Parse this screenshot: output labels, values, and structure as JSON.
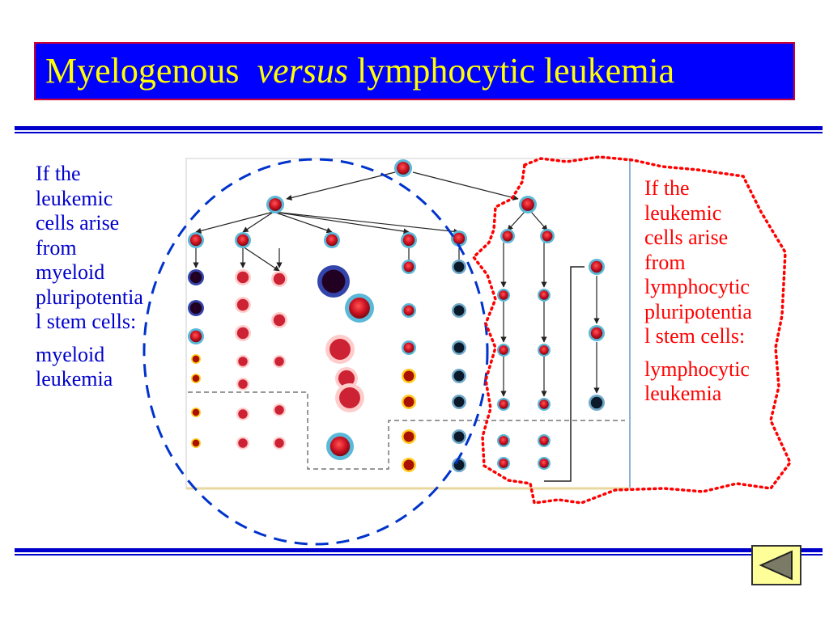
{
  "title": {
    "part1": "Myelogenous",
    "part2": "versus",
    "part3": "lymphocytic leukemia"
  },
  "left_note": {
    "lines": [
      "If the",
      "leukemic",
      "cells arise",
      "from",
      "myeloid",
      "pluripotentia",
      "l stem cells:"
    ],
    "result": [
      "myeloid",
      "leukemia"
    ]
  },
  "right_note": {
    "lines": [
      "If the",
      "leukemic",
      "cells arise",
      "from",
      "lymphocytic",
      "pluripotentia",
      "l stem cells:"
    ],
    "result": [
      "lymphocytic",
      "leukemia"
    ]
  },
  "colors": {
    "title_bg": "#0000ff",
    "title_text": "#ffff00",
    "title_border": "#cc0033",
    "left_text": "#0000cc",
    "right_text": "#ff0000",
    "myeloid_outline": "#0033cc",
    "lymphoid_outline": "#ff0000",
    "cell_red": "#dd1122",
    "cell_ring": "#5ab8d8"
  },
  "nav": {
    "icon": "back-triangle-icon"
  }
}
